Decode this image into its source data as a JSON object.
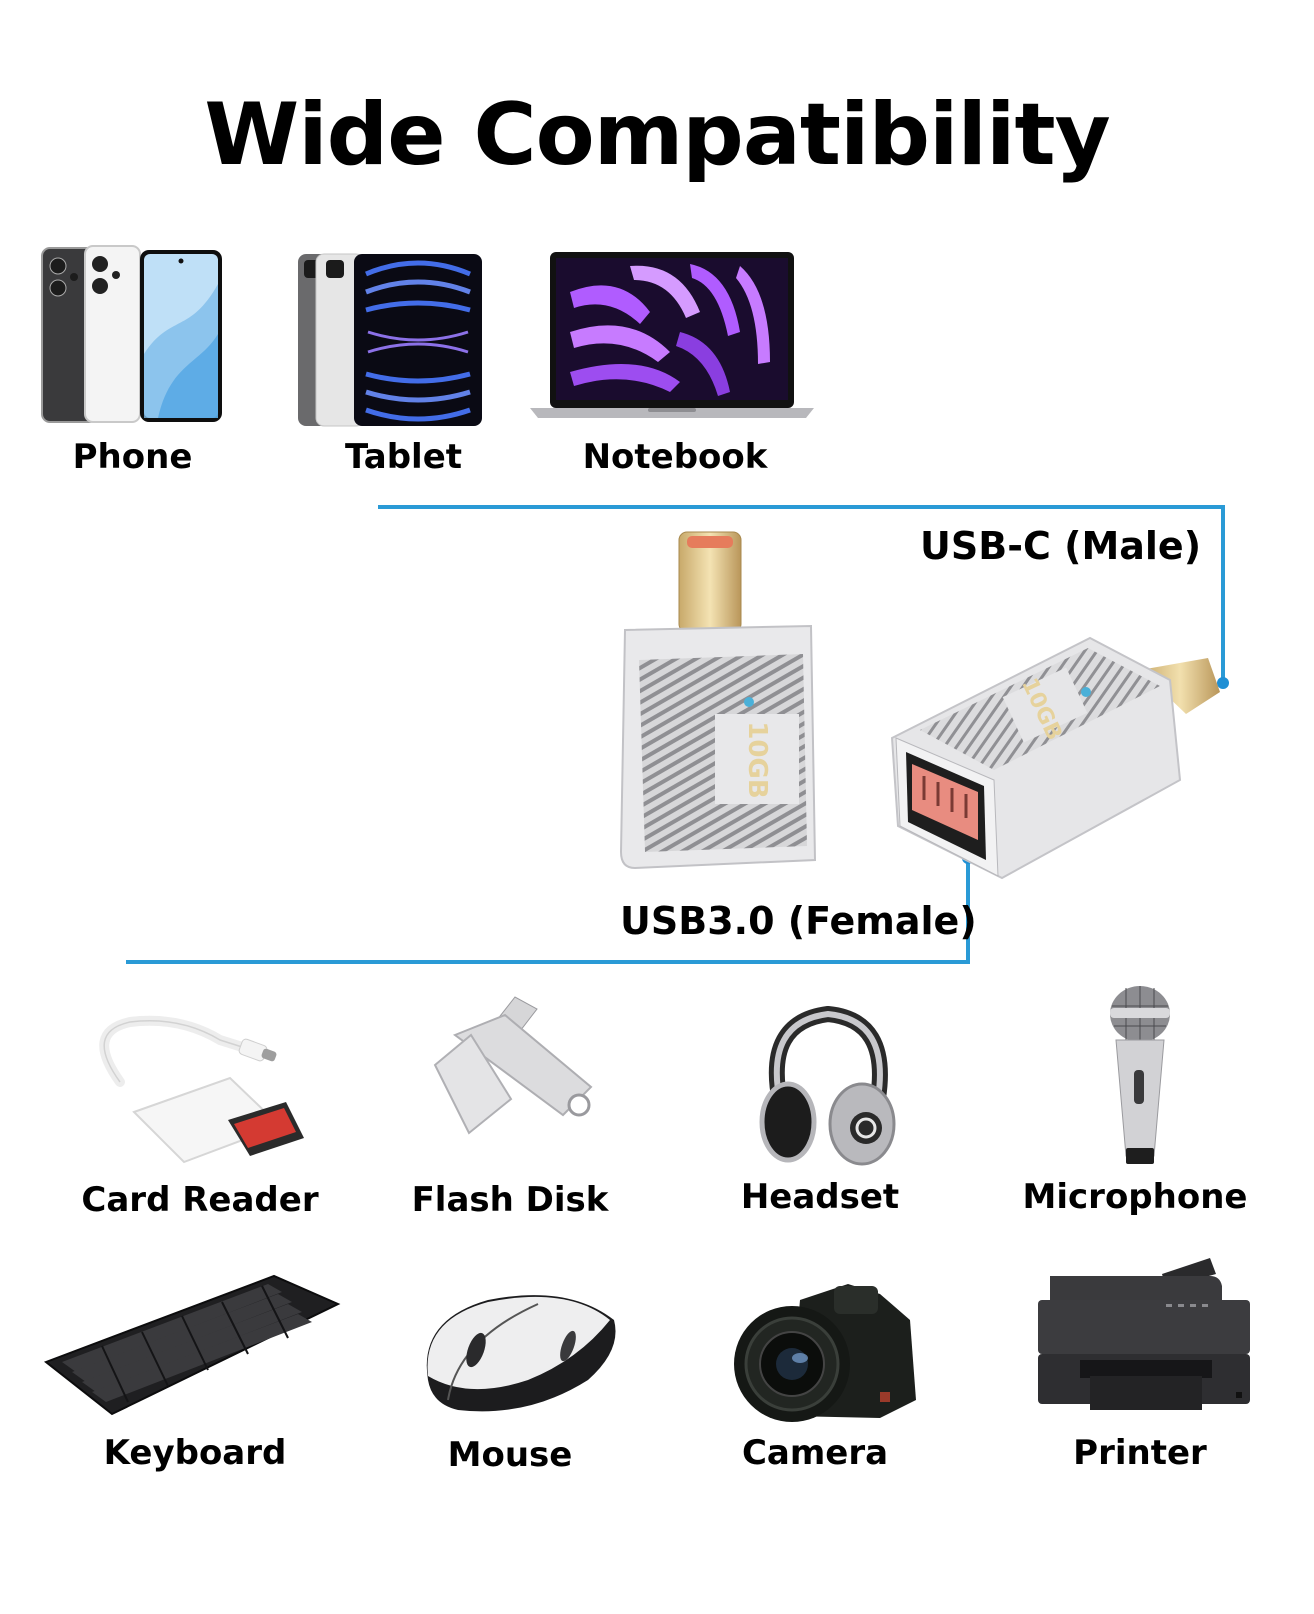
{
  "title": "Wide Compatibility",
  "hosts": [
    {
      "label": "Phone",
      "icon": "phone-icon"
    },
    {
      "label": "Tablet",
      "icon": "tablet-icon"
    },
    {
      "label": "Notebook",
      "icon": "notebook-icon"
    }
  ],
  "adapter": {
    "male_label": "USB-C (Male)",
    "female_label": "USB3.0 (Female)",
    "badge": "10GB"
  },
  "devices": [
    {
      "label": "Card Reader",
      "icon": "card-reader-icon"
    },
    {
      "label": "Flash Disk",
      "icon": "flash-disk-icon"
    },
    {
      "label": "Headset",
      "icon": "headset-icon"
    },
    {
      "label": "Microphone",
      "icon": "microphone-icon"
    },
    {
      "label": "Keyboard",
      "icon": "keyboard-icon"
    },
    {
      "label": "Mouse",
      "icon": "mouse-icon"
    },
    {
      "label": "Camera",
      "icon": "camera-icon"
    },
    {
      "label": "Printer",
      "icon": "printer-icon"
    }
  ],
  "colors": {
    "connector_line": "#2a9ad6",
    "text": "#000000",
    "background": "#ffffff"
  }
}
